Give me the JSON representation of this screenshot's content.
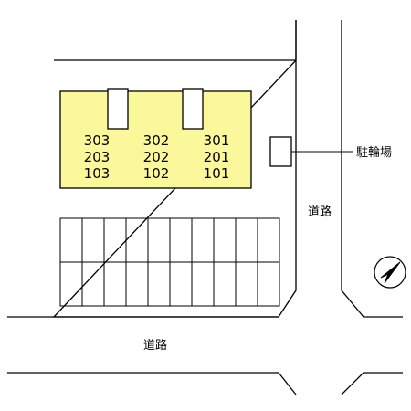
{
  "units": {
    "row3": [
      "303",
      "302",
      "301"
    ],
    "row2": [
      "203",
      "202",
      "201"
    ],
    "row1": [
      "103",
      "102",
      "101"
    ]
  },
  "labels": {
    "bicycle_parking": "駐輪場",
    "road_east": "道路",
    "road_south": "道路"
  },
  "parking": {
    "rows": 2,
    "spaces_per_row": 10
  },
  "icons": {
    "north": "north-arrow-icon"
  },
  "colors": {
    "building": "#FBF89B",
    "line": "#000000",
    "background": "#FFFFFF"
  }
}
